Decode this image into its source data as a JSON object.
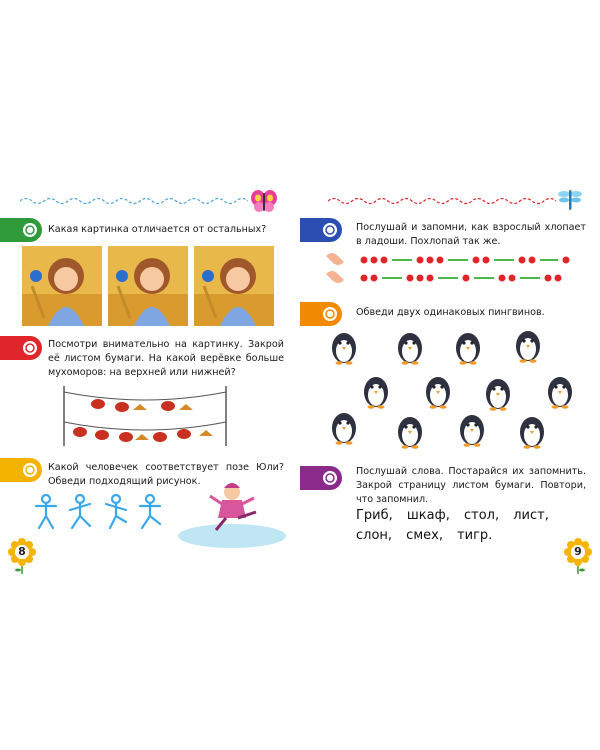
{
  "left_page": {
    "number": "8",
    "tasks": [
      {
        "color": "#2e9a3a",
        "text": "Какая картинка отличается от остальных?"
      },
      {
        "color": "#e0262b",
        "text": "Посмотри внимательно на картинку. Закрой её листом бумаги. На какой верёвке больше мухоморов: на верхней или нижней?"
      },
      {
        "color": "#f2b400",
        "text": "Какой человечек соответствует позе Юли? Обведи подходящий рисунок."
      }
    ]
  },
  "right_page": {
    "number": "9",
    "tasks": [
      {
        "color": "#2a4fb0",
        "text": "Послушай и запомни, как взрослый хлопает в ладоши. Похлопай так же."
      },
      {
        "color": "#f28a00",
        "text": "Обведи двух одинаковых пингвинов."
      },
      {
        "color": "#8a2a8a",
        "text": "Послушай слова. Постарайся их запомнить. Закрой страницу листом бумаги. Повтори, что запомнил."
      }
    ],
    "words": "Гриб, шкаф, стол, лист, слон, смех, тигр."
  },
  "colors": {
    "accent_red": "#e0262b",
    "accent_blue": "#2a4fb0",
    "accent_green": "#2e9a3a",
    "clap_dot": "#e0262b",
    "clap_dash": "#4bb84b"
  }
}
